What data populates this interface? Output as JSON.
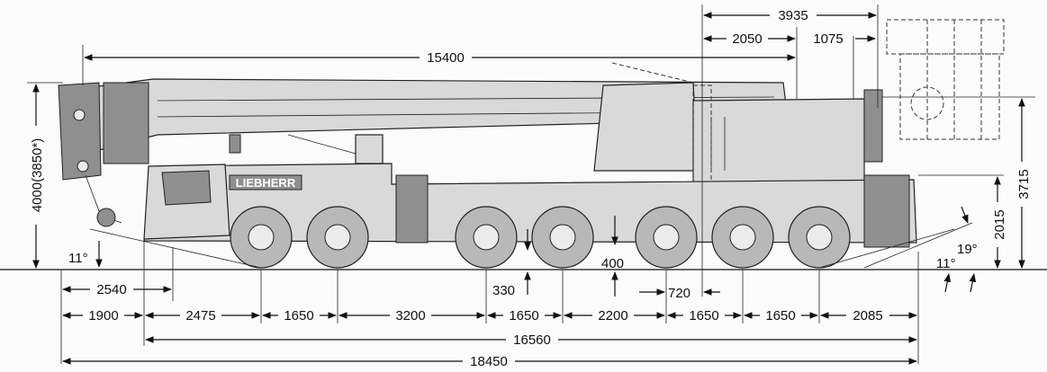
{
  "brand": "LIEBHERR",
  "dimensions": {
    "d3935": "3935",
    "d2050": "2050",
    "d1075": "1075",
    "d15400": "15400",
    "d4000": "4000(3850*)",
    "d3715": "3715",
    "d2015": "2015",
    "a11_front": "11°",
    "a11_rear": "11°",
    "a19": "19°",
    "d400": "400",
    "d330": "330",
    "d720": "720",
    "d2540": "2540",
    "d1900": "1900",
    "d2475": "2475",
    "d1650_a": "1650",
    "d3200": "3200",
    "d1650_b": "1650",
    "d2200": "2200",
    "d1650_c": "1650",
    "d1650_d": "1650",
    "d2085": "2085",
    "d16560": "16560",
    "d18450": "18450"
  }
}
